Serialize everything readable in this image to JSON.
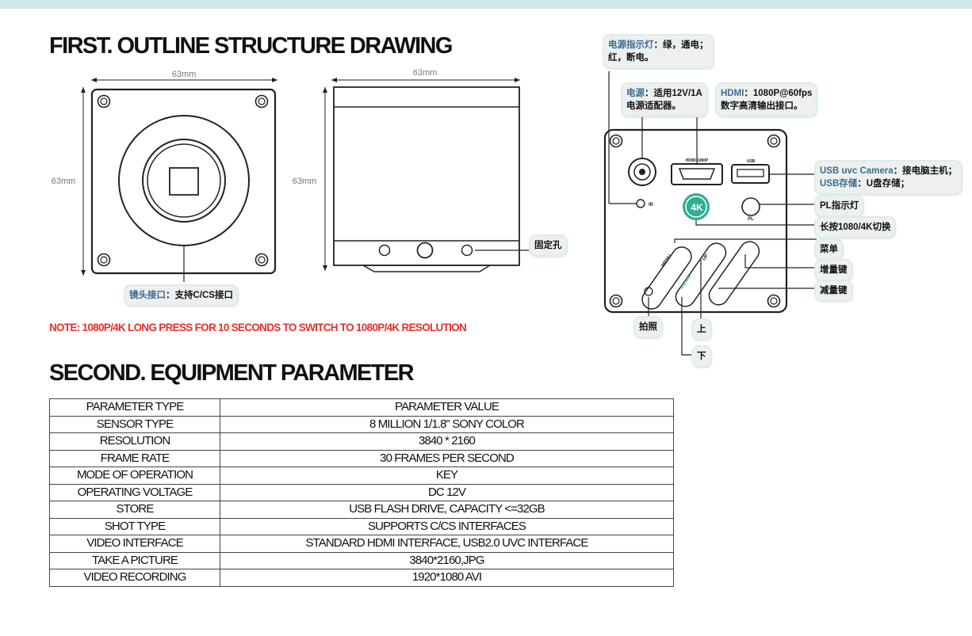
{
  "headings": {
    "first": "FIRST. OUTLINE STRUCTURE DRAWING",
    "second": "SECOND. EQUIPMENT PARAMETER"
  },
  "note": "NOTE: 1080P/4K LONG PRESS FOR 10 SECONDS TO SWITCH TO 1080P/4K RESOLUTION",
  "dimensions": {
    "front_width": "63mm",
    "front_height": "63mm",
    "side_width": "63mm",
    "side_height": "63mm"
  },
  "callouts": {
    "lens": {
      "label": "镜头接口",
      "text": "：支持C/CS接口"
    },
    "fixing_hole": "固定孔",
    "power_indicator": {
      "label": "电源指示灯",
      "line1": "：绿，通电；",
      "line2": "红，断电。"
    },
    "power": {
      "label": "电源",
      "line1": "：适用12V/1A",
      "line2": "电源适配器。"
    },
    "hdmi": {
      "label": "HDMI",
      "line1": "：1080P@60fps",
      "line2": "数字高清输出接口。"
    },
    "usb": {
      "label1": "USB uvc Camera",
      "text1": "：接电脑主机；",
      "label2": "USB存储",
      "text2": "：U盘存储；"
    },
    "pl_indicator": "PL指示灯",
    "switch": "长按1080/4K切换",
    "menu": "菜单",
    "increase": "增量键",
    "decrease": "减量键",
    "photo": "拍照",
    "up": "上",
    "down": "下"
  },
  "panel_labels": {
    "hdmi": "HDMI 1080P",
    "usb": "USB",
    "ir": "IR",
    "pl": "PL",
    "badge_4k": "4K",
    "menu_key": "MENU",
    "up_key": "UP",
    "down_key": "DOWN"
  },
  "table": {
    "header": [
      "PARAMETER TYPE",
      "PARAMETER VALUE"
    ],
    "rows": [
      [
        "SENSOR TYPE",
        "8 MILLION 1/1.8\" SONY COLOR"
      ],
      [
        "RESOLUTION",
        "3840 * 2160"
      ],
      [
        "FRAME RATE",
        "30 FRAMES PER SECOND"
      ],
      [
        "MODE OF OPERATION",
        "KEY"
      ],
      [
        "OPERATING VOLTAGE",
        "DC 12V"
      ],
      [
        "STORE",
        "USB FLASH DRIVE, CAPACITY <=32GB"
      ],
      [
        "SHOT TYPE",
        "SUPPORTS C/CS INTERFACES"
      ],
      [
        "VIDEO INTERFACE",
        "STANDARD HDMI INTERFACE, USB2.0 UVC INTERFACE"
      ],
      [
        "TAKE A PICTURE",
        "3840*2160,JPG"
      ],
      [
        "VIDEO RECORDING",
        "1920*1080 AVI"
      ]
    ]
  },
  "colors": {
    "accent": "#cfe7e8",
    "note_red": "#e8302c",
    "label_blue": "#3d6b92",
    "teal_4k": "#2fae94"
  }
}
